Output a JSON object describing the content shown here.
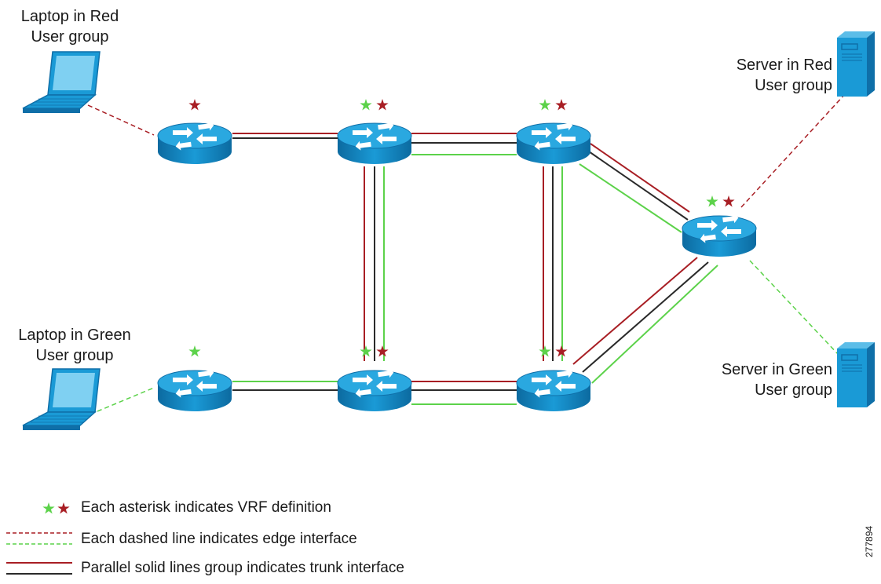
{
  "colors": {
    "red": "#a81e24",
    "green": "#5cd24a",
    "black": "#2a2a2a",
    "device_blue": "#1a9ad6",
    "device_dark": "#0f6fa8"
  },
  "endpoints": {
    "laptop_red": {
      "line1": "Laptop in Red",
      "line2": "User group"
    },
    "laptop_green": {
      "line1": "Laptop in Green",
      "line2": "User group"
    },
    "server_red": {
      "line1": "Server in Red",
      "line2": "User group"
    },
    "server_green": {
      "line1": "Server in Green",
      "line2": "User group"
    }
  },
  "routers": [
    {
      "id": "r1",
      "vrf": [
        "red"
      ]
    },
    {
      "id": "r2",
      "vrf": [
        "green",
        "red"
      ]
    },
    {
      "id": "r3",
      "vrf": [
        "green",
        "red"
      ]
    },
    {
      "id": "r4",
      "vrf": [
        "green"
      ]
    },
    {
      "id": "r5",
      "vrf": [
        "green",
        "red"
      ]
    },
    {
      "id": "r6",
      "vrf": [
        "green",
        "red"
      ]
    },
    {
      "id": "r7",
      "vrf": [
        "green",
        "red"
      ]
    }
  ],
  "legend": {
    "asterisk": "Each asterisk indicates VRF definition",
    "dashed": "Each dashed line indicates edge interface",
    "solid": "Parallel solid lines group indicates trunk interface"
  },
  "figure_id": "277894"
}
